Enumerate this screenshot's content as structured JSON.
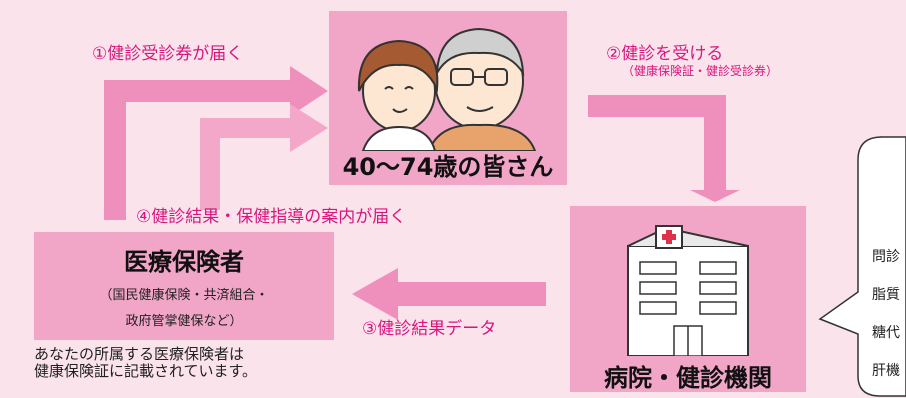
{
  "colors": {
    "background": "#fbe3ec",
    "box": "#f1a5c7",
    "arrow": "#ef8fbb",
    "label": "#d6177e"
  },
  "flow": {
    "step1": "①健診受診券が届く",
    "step2": "②健診を受ける",
    "step2_sub": "（健康保険証・健診受診券）",
    "step3": "③健診結果データ",
    "step4": "④健診結果・保健指導の案内が届く"
  },
  "people": {
    "label": "40〜74歳の皆さん",
    "illustration": "elderly-couple-icon"
  },
  "hospital": {
    "label": "病院・健診機関",
    "illustration": "hospital-building-icon"
  },
  "insurer": {
    "title": "医療保険者",
    "sub1": "（国民健康保険・共済組合・",
    "sub2": "政府管掌健保など）"
  },
  "note": {
    "line1": "あなたの所属する医療保険者は",
    "line2": "健康保険証に記載されています。"
  },
  "bubble": {
    "items": [
      "問診",
      "脂質",
      "糖代",
      "肝機"
    ]
  }
}
